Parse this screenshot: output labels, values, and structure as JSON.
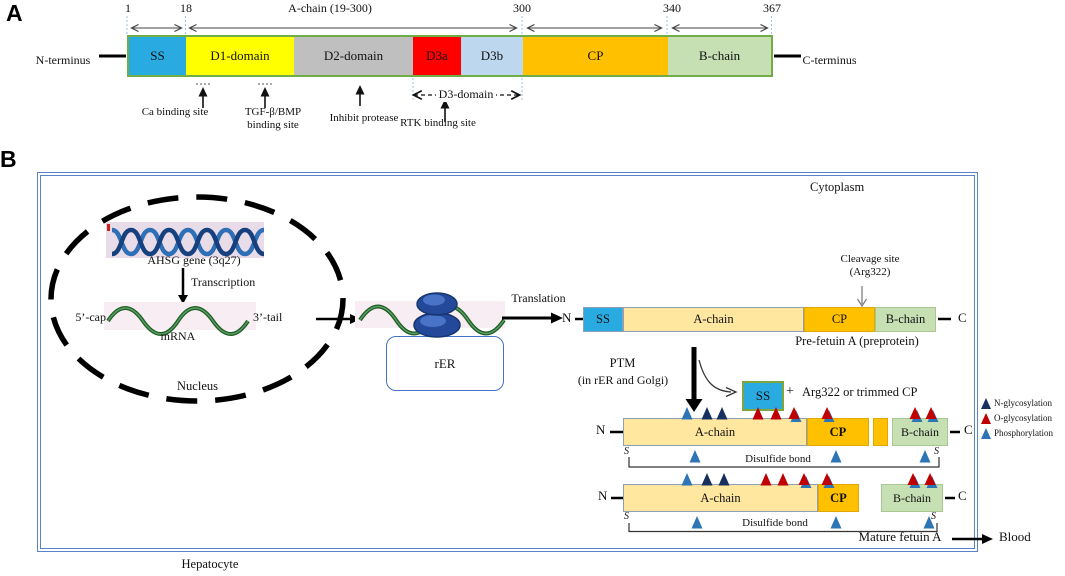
{
  "colors": {
    "ss": "#29abe2",
    "yellow": "#ffff00",
    "gray": "#bfbfbf",
    "red": "#fe0000",
    "lightblue": "#bdd7ee",
    "orange": "#ffc000",
    "lightgreen": "#c6e0b4",
    "cream": "#ffe79f",
    "greenborder": "#70ad47",
    "boxborder": "#5b82c8",
    "ngly": "#17305e",
    "ogly": "#c00000",
    "phos": "#2e75b6"
  },
  "panel_a": {
    "letter": "A",
    "n_terminus": "N-terminus",
    "c_terminus": "C-terminus",
    "ticks": {
      "t1": "1",
      "t18": "18",
      "t300": "300",
      "t340": "340",
      "t367": "367"
    },
    "a_chain_span": "A-chain (19-300)",
    "segments": [
      "SS",
      "D1-domain",
      "D2-domain",
      "D3a",
      "D3b",
      "CP",
      "B-chain"
    ],
    "ann_ca": "Ca binding site",
    "ann_tgf_1": "TGF-β/BMP",
    "ann_tgf_2": "binding site",
    "ann_protease": "Inhibit protease",
    "ann_d3": "D3-domain",
    "ann_rtk": "RTK binding site"
  },
  "panel_b": {
    "letter": "B",
    "cytoplasm": "Cytoplasm",
    "nucleus": "Nucleus",
    "hepatocyte": "Hepatocyte",
    "gene": "AHSG gene (3q27)",
    "transcription": "Transcription",
    "cap5": "5’-cap",
    "tail3": "3’-tail",
    "mrna": "mRNA",
    "rer": "rER",
    "translation": "Translation",
    "n": "N",
    "c": "C",
    "s": "S",
    "plus": "+",
    "pre_segments": [
      "SS",
      "A-chain",
      "CP",
      "B-chain"
    ],
    "pre_label": "Pre-fetuin A (preprotein)",
    "cleavage_1": "Cleavage site",
    "cleavage_2": "(Arg322)",
    "ptm_1": "PTM",
    "ptm_2": "(in rER and Golgi)",
    "ss_box": "SS",
    "arg_text": "Arg322 or  trimmed CP",
    "m1_segments": [
      "A-chain",
      "CP",
      "B-chain"
    ],
    "m2_segments": [
      "A-chain",
      "CP",
      "B-chain"
    ],
    "disulfide": "Disulfide bond",
    "mature": "Mature fetuin A",
    "blood": "Blood",
    "legend": [
      {
        "label": "N-glycosylation",
        "type": "ngly"
      },
      {
        "label": "O-glycosylation",
        "type": "ogly"
      },
      {
        "label": "Phosphorylation",
        "type": "phos"
      }
    ]
  }
}
